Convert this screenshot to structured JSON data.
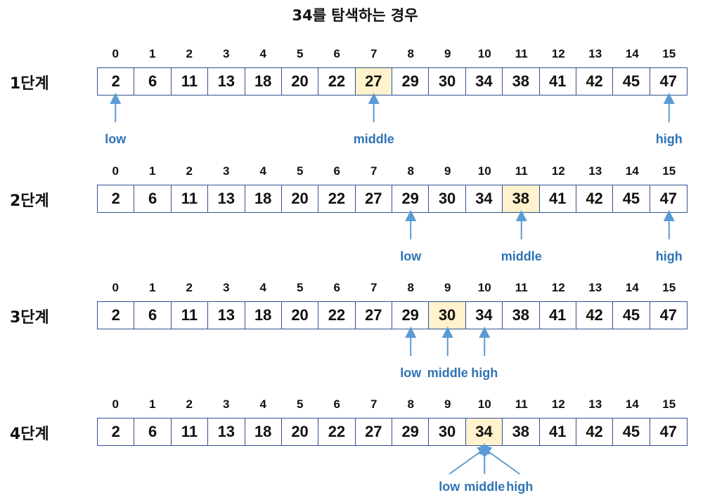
{
  "title": "34를 탐색하는 경우",
  "values": [
    "2",
    "6",
    "11",
    "13",
    "18",
    "20",
    "22",
    "27",
    "29",
    "30",
    "34",
    "38",
    "41",
    "42",
    "45",
    "47"
  ],
  "indices": [
    "0",
    "1",
    "2",
    "3",
    "4",
    "5",
    "6",
    "7",
    "8",
    "9",
    "10",
    "11",
    "12",
    "13",
    "14",
    "15"
  ],
  "highlight_color": "#fff2cc",
  "border_color": "#2f528f",
  "pointer_color": "#2e74b5",
  "stages": [
    {
      "label": "1단계",
      "highlight": 7,
      "pointers": [
        {
          "name": "low",
          "text": "low",
          "index": 0
        },
        {
          "name": "middle",
          "text": "middle",
          "index": 7
        },
        {
          "name": "high",
          "text": "high",
          "index": 15
        }
      ]
    },
    {
      "label": "2단계",
      "highlight": 11,
      "pointers": [
        {
          "name": "low",
          "text": "low",
          "index": 8
        },
        {
          "name": "middle",
          "text": "middle",
          "index": 11
        },
        {
          "name": "high",
          "text": "high",
          "index": 15
        }
      ]
    },
    {
      "label": "3단계",
      "highlight": 9,
      "pointers": [
        {
          "name": "low",
          "text": "low",
          "index": 8
        },
        {
          "name": "middle",
          "text": "middle",
          "index": 9
        },
        {
          "name": "high",
          "text": "high",
          "index": 10
        }
      ]
    },
    {
      "label": "4단계",
      "highlight": 10,
      "pointers": [
        {
          "name": "low",
          "text": "low",
          "index": 10
        },
        {
          "name": "middle",
          "text": "middle",
          "index": 10
        },
        {
          "name": "high",
          "text": "high",
          "index": 10
        }
      ]
    }
  ]
}
